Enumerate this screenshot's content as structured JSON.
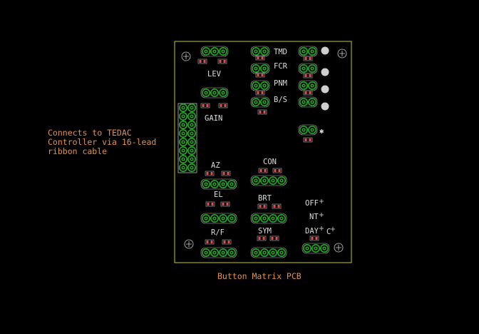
{
  "annotation": {
    "lines": [
      "Connects to TEDAC",
      "Controller via 16-lead",
      "ribbon cable"
    ]
  },
  "caption": "Button Matrix PCB",
  "labels": {
    "tmd": "TMD",
    "fcr": "FCR",
    "pnm": "PNM",
    "bs": "B/S",
    "lev": "LEV",
    "gain": "GAIN",
    "star": "✱",
    "az": "AZ",
    "con": "CON",
    "el": "EL",
    "brt": "BRT",
    "off": "OFF",
    "nt": "NT",
    "day": "DAY",
    "c": "C",
    "rf": "R/F",
    "sym": "SYM"
  },
  "colors": {
    "board_outline": "#c8c81e",
    "pad": "#22aa22",
    "smd": "#e05050",
    "silkscreen": "#dcdcdc",
    "annotation": "#e0904a"
  }
}
